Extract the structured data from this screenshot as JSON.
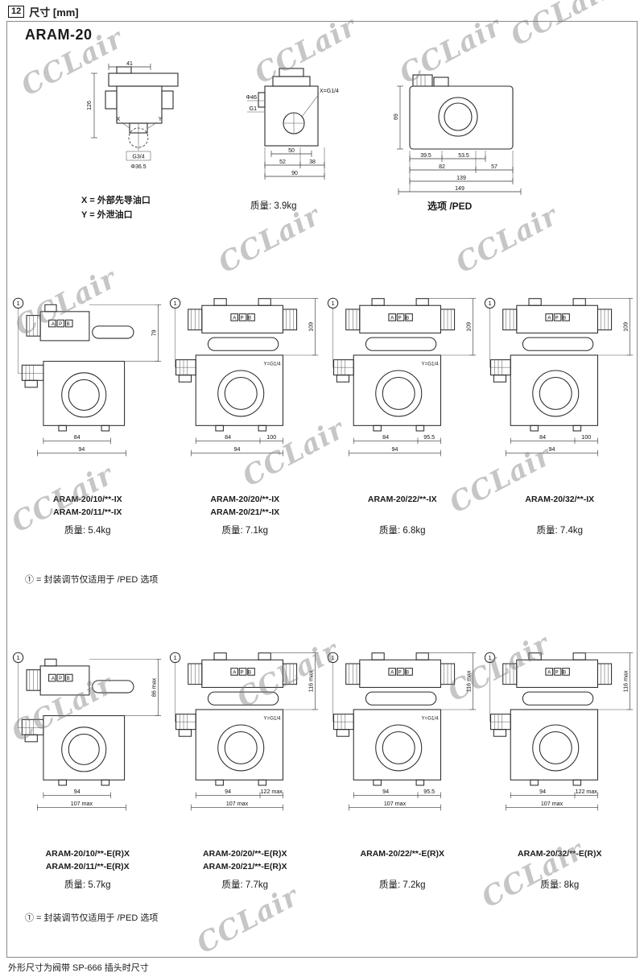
{
  "page": {
    "section_number": "12",
    "section_title": "尺寸 [mm]",
    "model_title": "ARAM-20",
    "footer_note": "外形尺寸为阀带 SP-666 插头时尺寸",
    "watermark_text": "CCLair"
  },
  "common": {
    "marker": "1",
    "ports_label": "A P B",
    "x_label": "X",
    "y_label": "Y"
  },
  "top_section": {
    "front_view": {
      "dim_top": "41",
      "dim_height": "126",
      "thread_label": "G3/4",
      "diameter_label": "Φ36.5",
      "legend_x": "X = 外部先导油口",
      "legend_y": "Y = 外泄油口"
    },
    "side_view": {
      "dim_diameter": "Φ46",
      "dim_thread": "G1",
      "x_port_label": "X=G1/4",
      "dim_50": "50",
      "dim_52": "52",
      "dim_38": "38",
      "dim_90": "90",
      "weight": "质量: 3.9kg"
    },
    "top_view": {
      "dim_height": "69",
      "dim_39_5": "39.5",
      "dim_53_5": "53.5",
      "dim_82": "82",
      "dim_57": "57",
      "dim_139": "139",
      "dim_149": "149",
      "option_label": "选项 /PED"
    }
  },
  "ix_section": {
    "note": "① = 封装调节仅适用于 /PED 选项",
    "items": [
      {
        "model1": "ARAM-20/10/**-IX",
        "model2": "ARAM-20/11/**-IX",
        "weight": "质量: 5.4kg",
        "dim_a": "84",
        "dim_c": "94",
        "dim_h": "79"
      },
      {
        "model1": "ARAM-20/20/**-IX",
        "model2": "ARAM-20/21/**-IX",
        "weight": "质量: 7.1kg",
        "dim_a": "84",
        "dim_b": "100",
        "dim_c": "94",
        "dim_h": "109",
        "y_port": "Y=G1/4"
      },
      {
        "model1": "ARAM-20/22/**-IX",
        "weight": "质量: 6.8kg",
        "dim_a": "84",
        "dim_b": "95.5",
        "dim_c": "94",
        "dim_h": "109",
        "y_port": "Y=G1/4"
      },
      {
        "model1": "ARAM-20/32/**-IX",
        "weight": "质量: 7.4kg",
        "dim_a": "84",
        "dim_b": "100",
        "dim_c": "94",
        "dim_h": "109"
      }
    ]
  },
  "erx_section": {
    "note": "① = 封装调节仅适用于 /PED 选项",
    "items": [
      {
        "model1": "ARAM-20/10/**-E(R)X",
        "model2": "ARAM-20/11/**-E(R)X",
        "weight": "质量: 5.7kg",
        "dim_a": "94",
        "dim_c": "107 max",
        "dim_h": "86 max"
      },
      {
        "model1": "ARAM-20/20/**-E(R)X",
        "model2": "ARAM-20/21/**-E(R)X",
        "weight": "质量: 7.7kg",
        "dim_a": "94",
        "dim_b": "122 max",
        "dim_c": "107 max",
        "dim_h": "116 max",
        "y_port": "Y=G1/4"
      },
      {
        "model1": "ARAM-20/22/**-E(R)X",
        "weight": "质量: 7.2kg",
        "dim_a": "94",
        "dim_b": "95.5",
        "dim_c": "107 max",
        "dim_h": "116 max",
        "y_port": "Y=G1/4"
      },
      {
        "model1": "ARAM-20/32/**-E(R)X",
        "weight": "质量: 8kg",
        "dim_a": "94",
        "dim_b": "122 max",
        "dim_c": "107 max",
        "dim_h": "116 max"
      }
    ]
  }
}
